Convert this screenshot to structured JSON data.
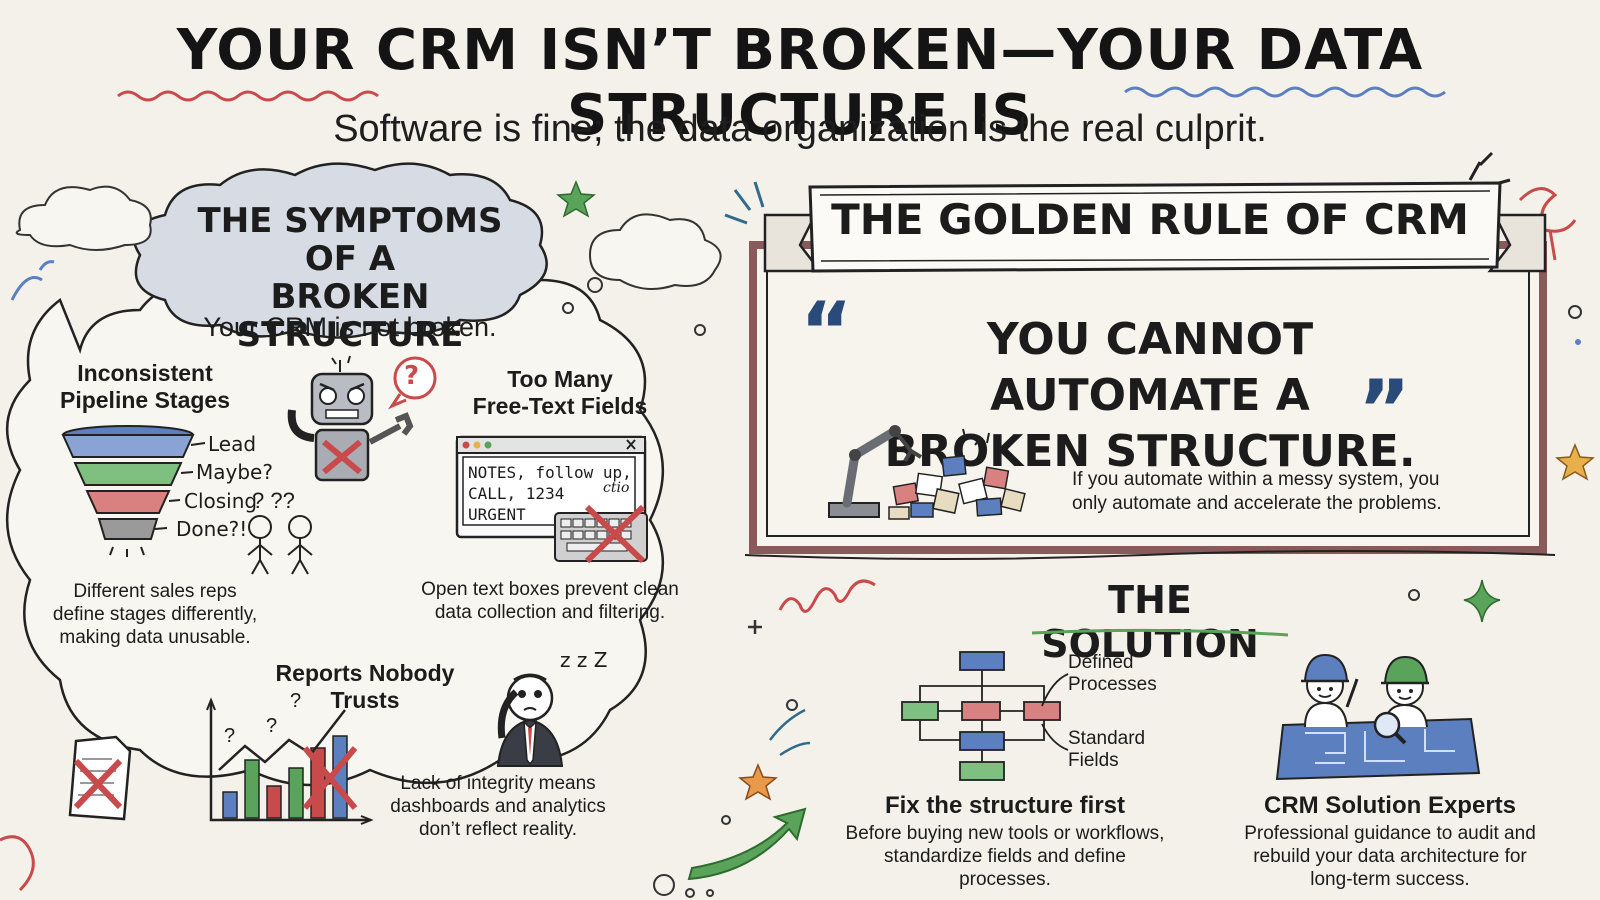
{
  "header": {
    "title": "YOUR CRM ISN’T BROKEN—YOUR DATA STRUCTURE IS",
    "subtitle": "Software is fine; the data organization is the real culprit."
  },
  "symptoms": {
    "heading_line1": "THE SYMPTOMS OF A",
    "heading_line2": "BROKEN STRUCTURE",
    "intro": "Your CRM is not broken.",
    "pipeline": {
      "title_line1": "Inconsistent",
      "title_line2": "Pipeline Stages",
      "funnel_labels": [
        "Lead",
        "Maybe?",
        "Closing",
        "Done?!"
      ],
      "question_marks": "? ??",
      "desc_line1": "Different sales reps",
      "desc_line2": "define stages differently,",
      "desc_line3": "making data unusable."
    },
    "robot": {
      "bubble": "?"
    },
    "freetext": {
      "title_line1": "Too Many",
      "title_line2": "Free-Text Fields",
      "notes_line1": "NOTES, follow up,",
      "notes_line2": "CALL, 1234",
      "notes_line3": "URGENT",
      "notes_scribble": "ctio",
      "desc_line1": "Open text boxes prevent clean",
      "desc_line2": "data collection and filtering."
    },
    "reports": {
      "title_line1": "Reports Nobody",
      "title_line2": "Trusts",
      "zzz": "z z Z",
      "chart_marks": [
        "?",
        "?",
        "?"
      ],
      "desc_line1": "Lack of integrity means",
      "desc_line2": "dashboards and analytics",
      "desc_line3": "don’t reflect reality."
    }
  },
  "golden_rule": {
    "heading": "THE GOLDEN RULE OF CRM",
    "open_quote": "“",
    "close_quote": "”",
    "quote_line1": "YOU CANNOT AUTOMATE A",
    "quote_line2": "BROKEN STRUCTURE.",
    "desc_line1": "If you automate within a messy system, you",
    "desc_line2": "only automate and accelerate the problems."
  },
  "solution": {
    "heading": "THE SOLUTION",
    "flow_label1_line1": "Defined",
    "flow_label1_line2": "Processes",
    "flow_label2_line1": "Standard",
    "flow_label2_line2": "Fields",
    "fix": {
      "title": "Fix the structure first",
      "desc_line1": "Before buying new tools or workflows,",
      "desc_line2": "standardize fields and define",
      "desc_line3": "processes."
    },
    "experts": {
      "title": "CRM Solution Experts",
      "desc_line1": "Professional guidance to audit and",
      "desc_line2": "rebuild your data architecture for",
      "desc_line3": "long-term success."
    }
  },
  "colors": {
    "ink": "#1c1c1c",
    "red": "#c94a4a",
    "green": "#5aa35a",
    "blue": "#5b7fbf",
    "frame": "#8a5a5a",
    "background": "#f4f1ea",
    "cloud": "#d6dbe4"
  }
}
